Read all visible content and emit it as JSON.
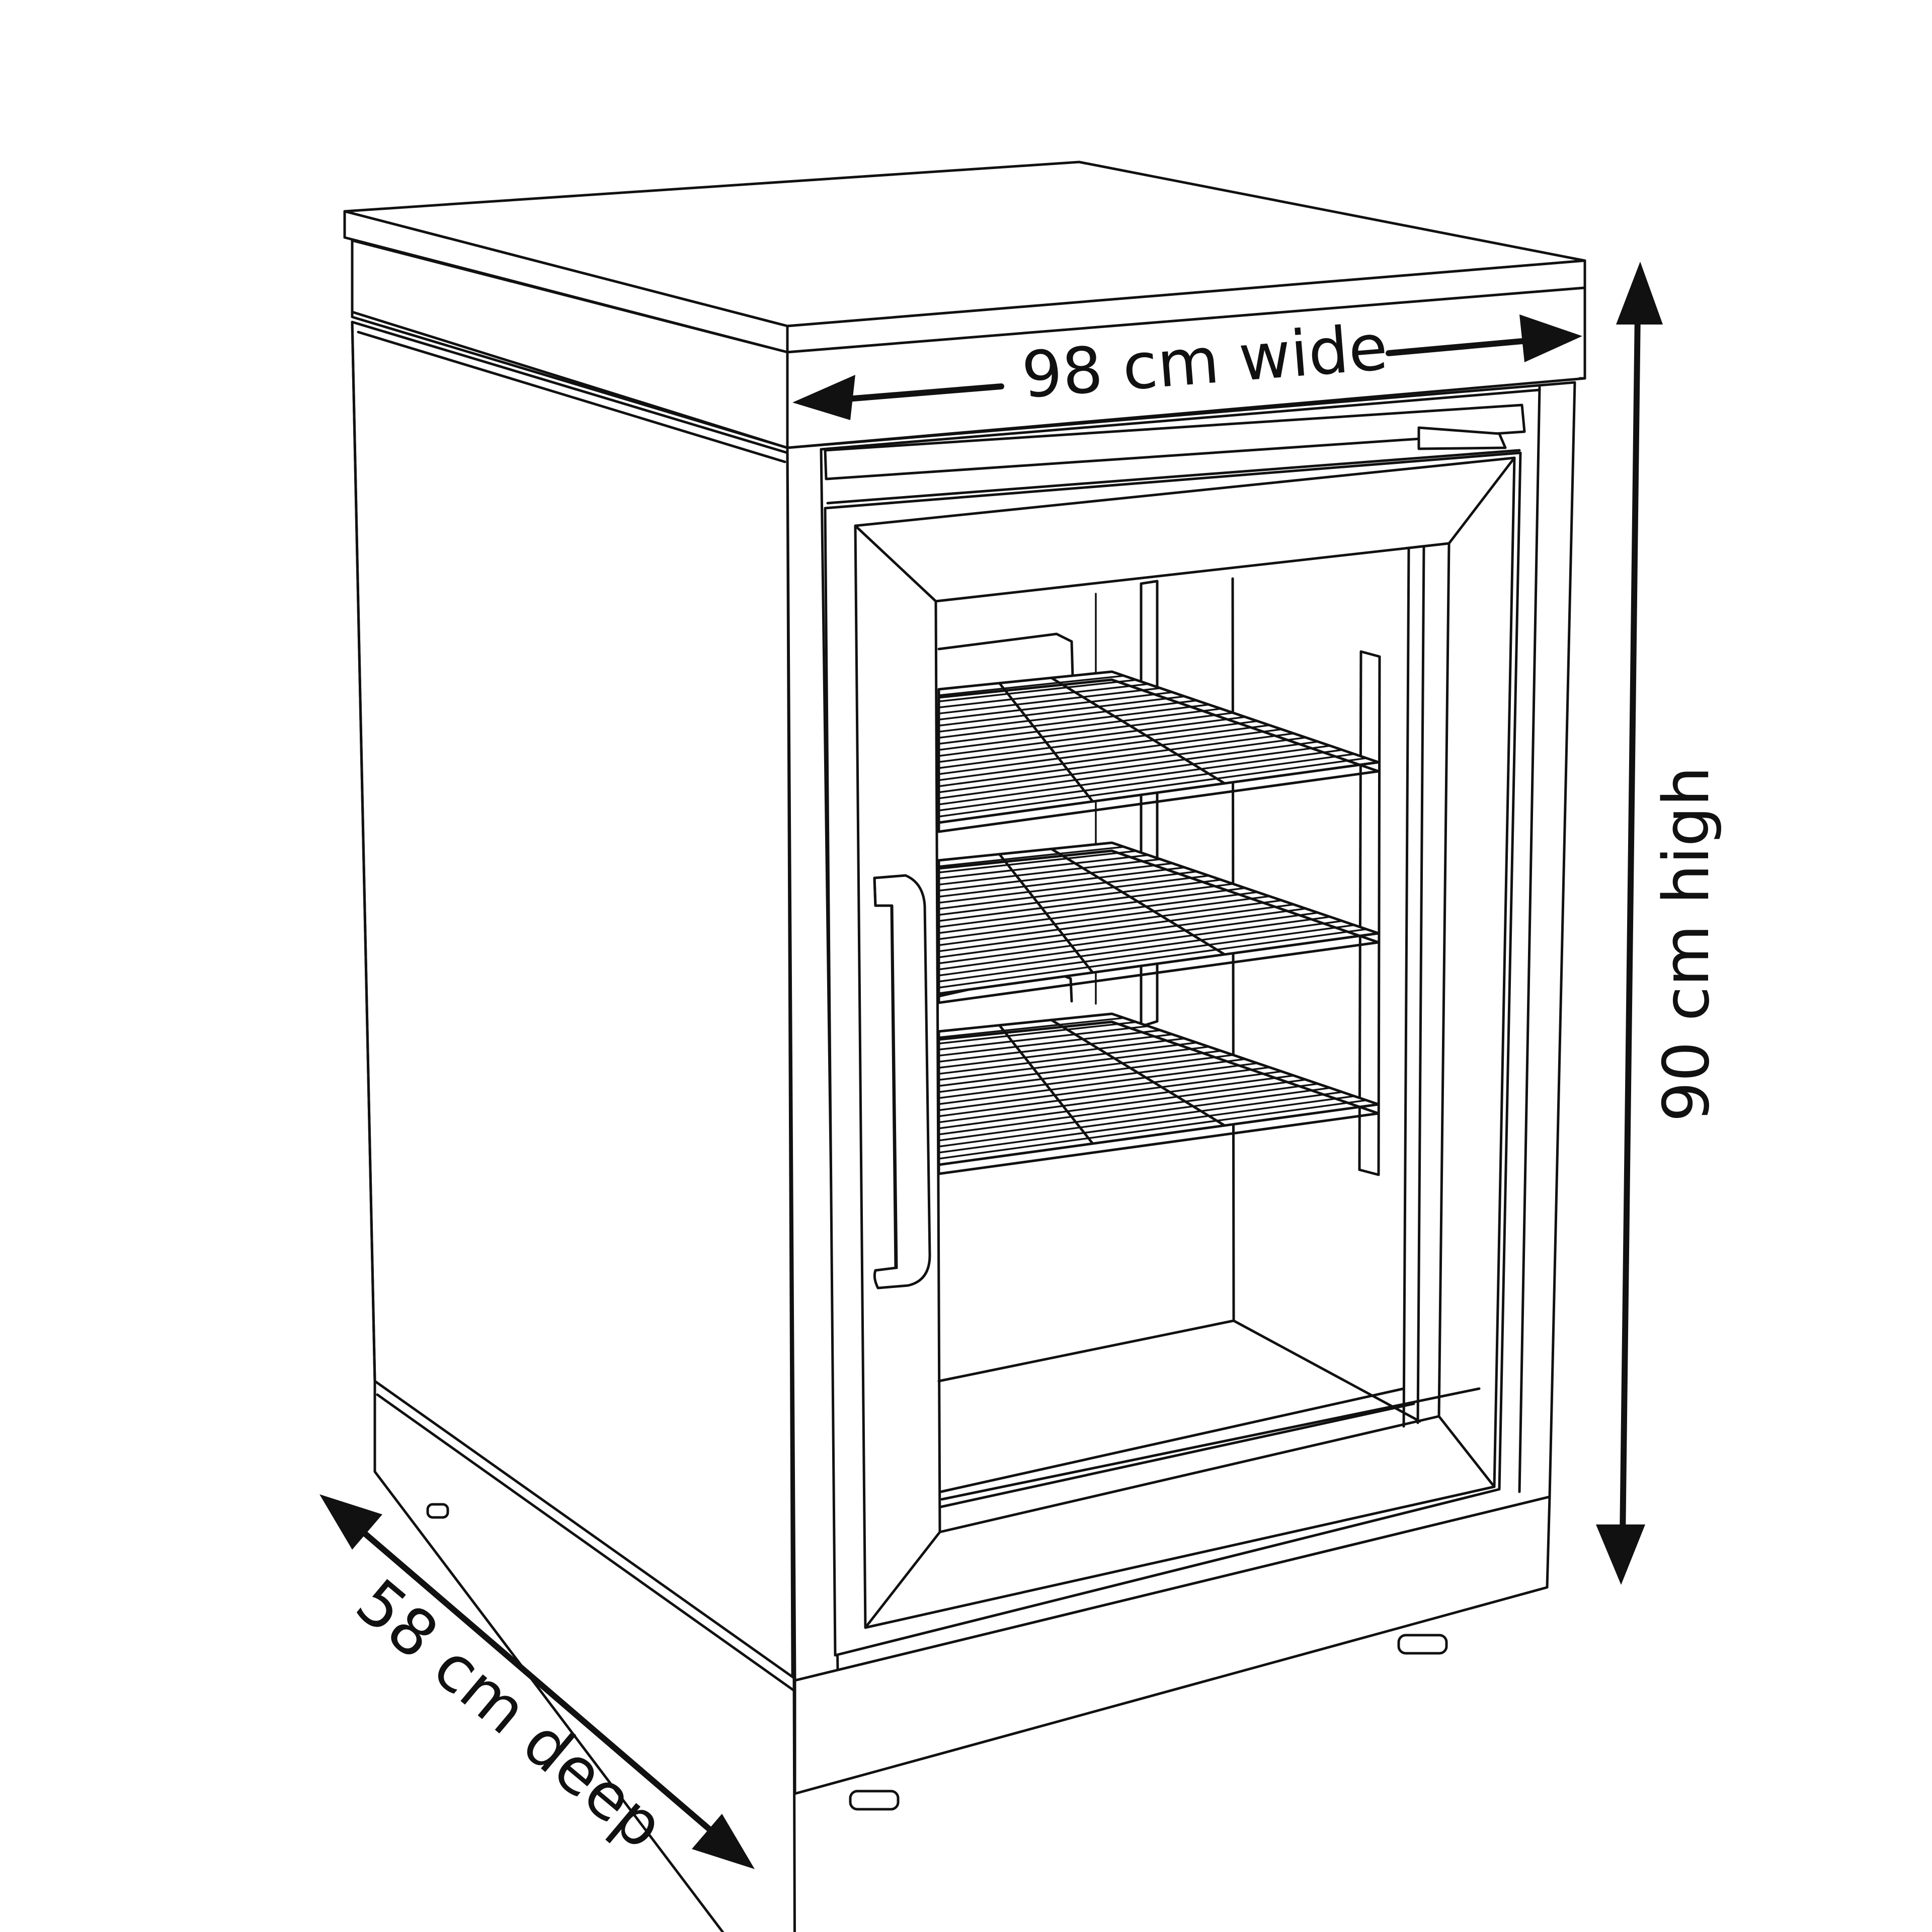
{
  "dimensions": {
    "width_label": "98 cm wide",
    "height_label": "90 cm high",
    "depth_label": "58 cm deep"
  },
  "colors": {
    "line": "#111111",
    "background": "#ffffff"
  },
  "product": {
    "shelf_count": 3
  }
}
